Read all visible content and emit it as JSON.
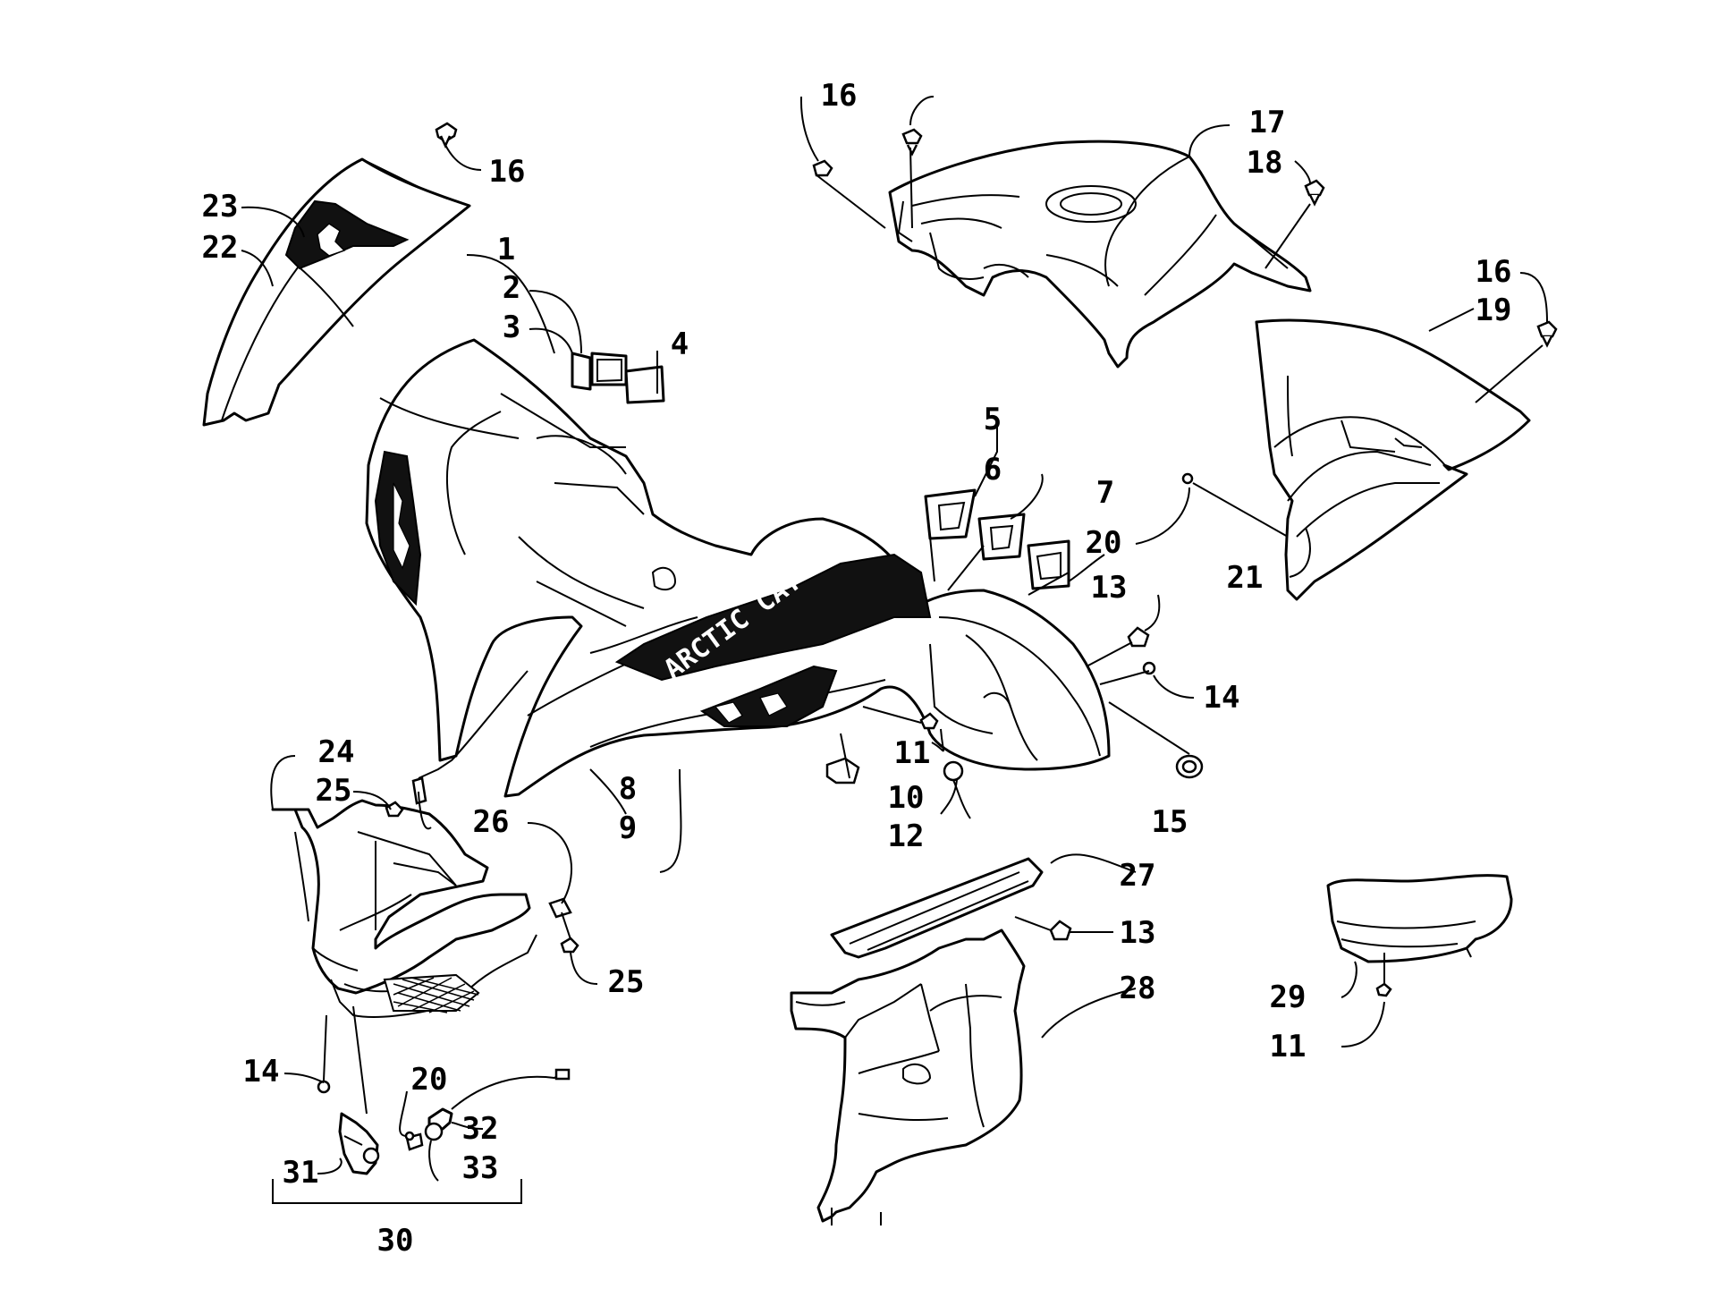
{
  "diagram": {
    "brand_decal": "ARCTIC CAT",
    "callouts": [
      {
        "id": "c1",
        "label": "1"
      },
      {
        "id": "c2",
        "label": "2"
      },
      {
        "id": "c3",
        "label": "3"
      },
      {
        "id": "c4",
        "label": "4"
      },
      {
        "id": "c5",
        "label": "5"
      },
      {
        "id": "c6",
        "label": "6"
      },
      {
        "id": "c7",
        "label": "7"
      },
      {
        "id": "c8",
        "label": "8"
      },
      {
        "id": "c9",
        "label": "9"
      },
      {
        "id": "c10",
        "label": "10"
      },
      {
        "id": "c11a",
        "label": "11"
      },
      {
        "id": "c11b",
        "label": "11"
      },
      {
        "id": "c12",
        "label": "12"
      },
      {
        "id": "c13a",
        "label": "13"
      },
      {
        "id": "c13b",
        "label": "13"
      },
      {
        "id": "c14a",
        "label": "14"
      },
      {
        "id": "c14b",
        "label": "14"
      },
      {
        "id": "c15",
        "label": "15"
      },
      {
        "id": "c16a",
        "label": "16"
      },
      {
        "id": "c16b",
        "label": "16"
      },
      {
        "id": "c16c",
        "label": "16"
      },
      {
        "id": "c17",
        "label": "17"
      },
      {
        "id": "c18",
        "label": "18"
      },
      {
        "id": "c19",
        "label": "19"
      },
      {
        "id": "c20a",
        "label": "20"
      },
      {
        "id": "c20b",
        "label": "20"
      },
      {
        "id": "c21",
        "label": "21"
      },
      {
        "id": "c22",
        "label": "22"
      },
      {
        "id": "c23",
        "label": "23"
      },
      {
        "id": "c24",
        "label": "24"
      },
      {
        "id": "c25a",
        "label": "25"
      },
      {
        "id": "c25b",
        "label": "25"
      },
      {
        "id": "c26",
        "label": "26"
      },
      {
        "id": "c27",
        "label": "27"
      },
      {
        "id": "c28",
        "label": "28"
      },
      {
        "id": "c29",
        "label": "29"
      },
      {
        "id": "c30",
        "label": "30"
      },
      {
        "id": "c31",
        "label": "31"
      },
      {
        "id": "c32",
        "label": "32"
      },
      {
        "id": "c33",
        "label": "33"
      }
    ]
  }
}
